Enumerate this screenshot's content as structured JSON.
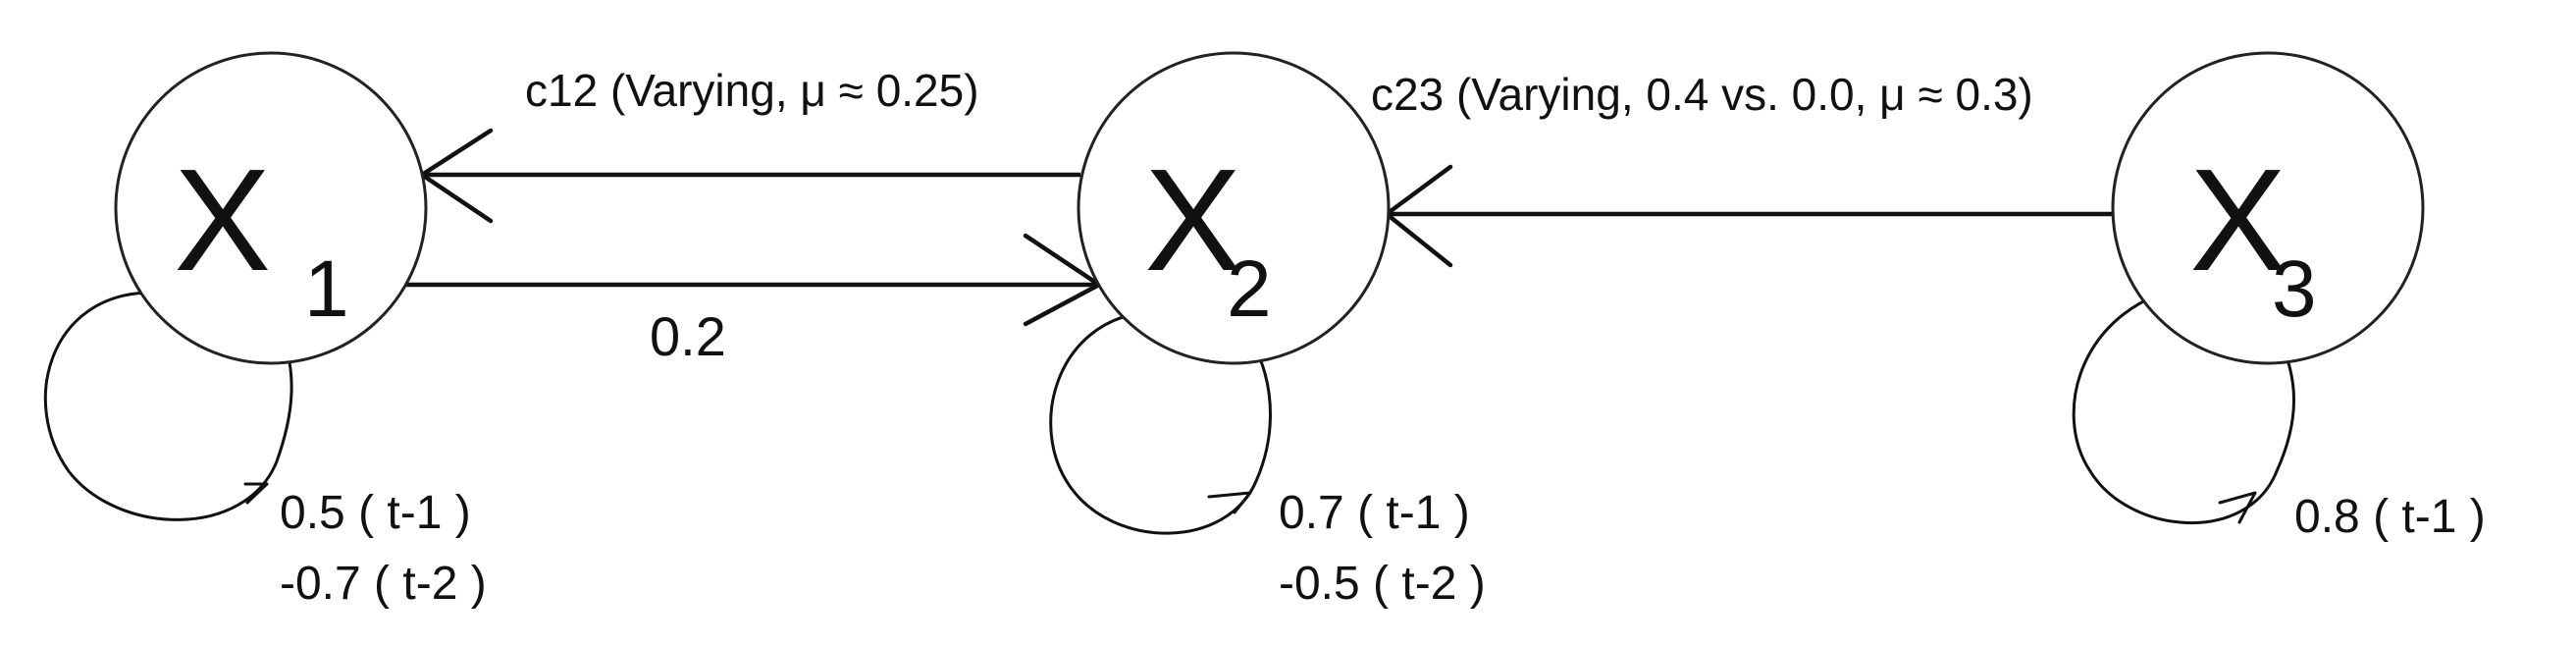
{
  "nodes": [
    {
      "id": "x1",
      "main": "X",
      "sub": "1"
    },
    {
      "id": "x2",
      "main": "X",
      "sub": "2"
    },
    {
      "id": "x3",
      "main": "X",
      "sub": "3"
    }
  ],
  "edges": {
    "c12_label": "c12 (Varying, μ ≈ 0.25)",
    "c23_label": "c23 (Varying, 0.4 vs. 0.0, μ ≈ 0.3)",
    "x1_to_x2_label": "0.2"
  },
  "self_loops": {
    "x1": [
      "0.5 ( t-1 )",
      "-0.7 ( t-2 )"
    ],
    "x2": [
      "0.7 ( t-1 )",
      "-0.5 ( t-2 )"
    ],
    "x3": [
      "0.8 ( t-1 )"
    ]
  }
}
